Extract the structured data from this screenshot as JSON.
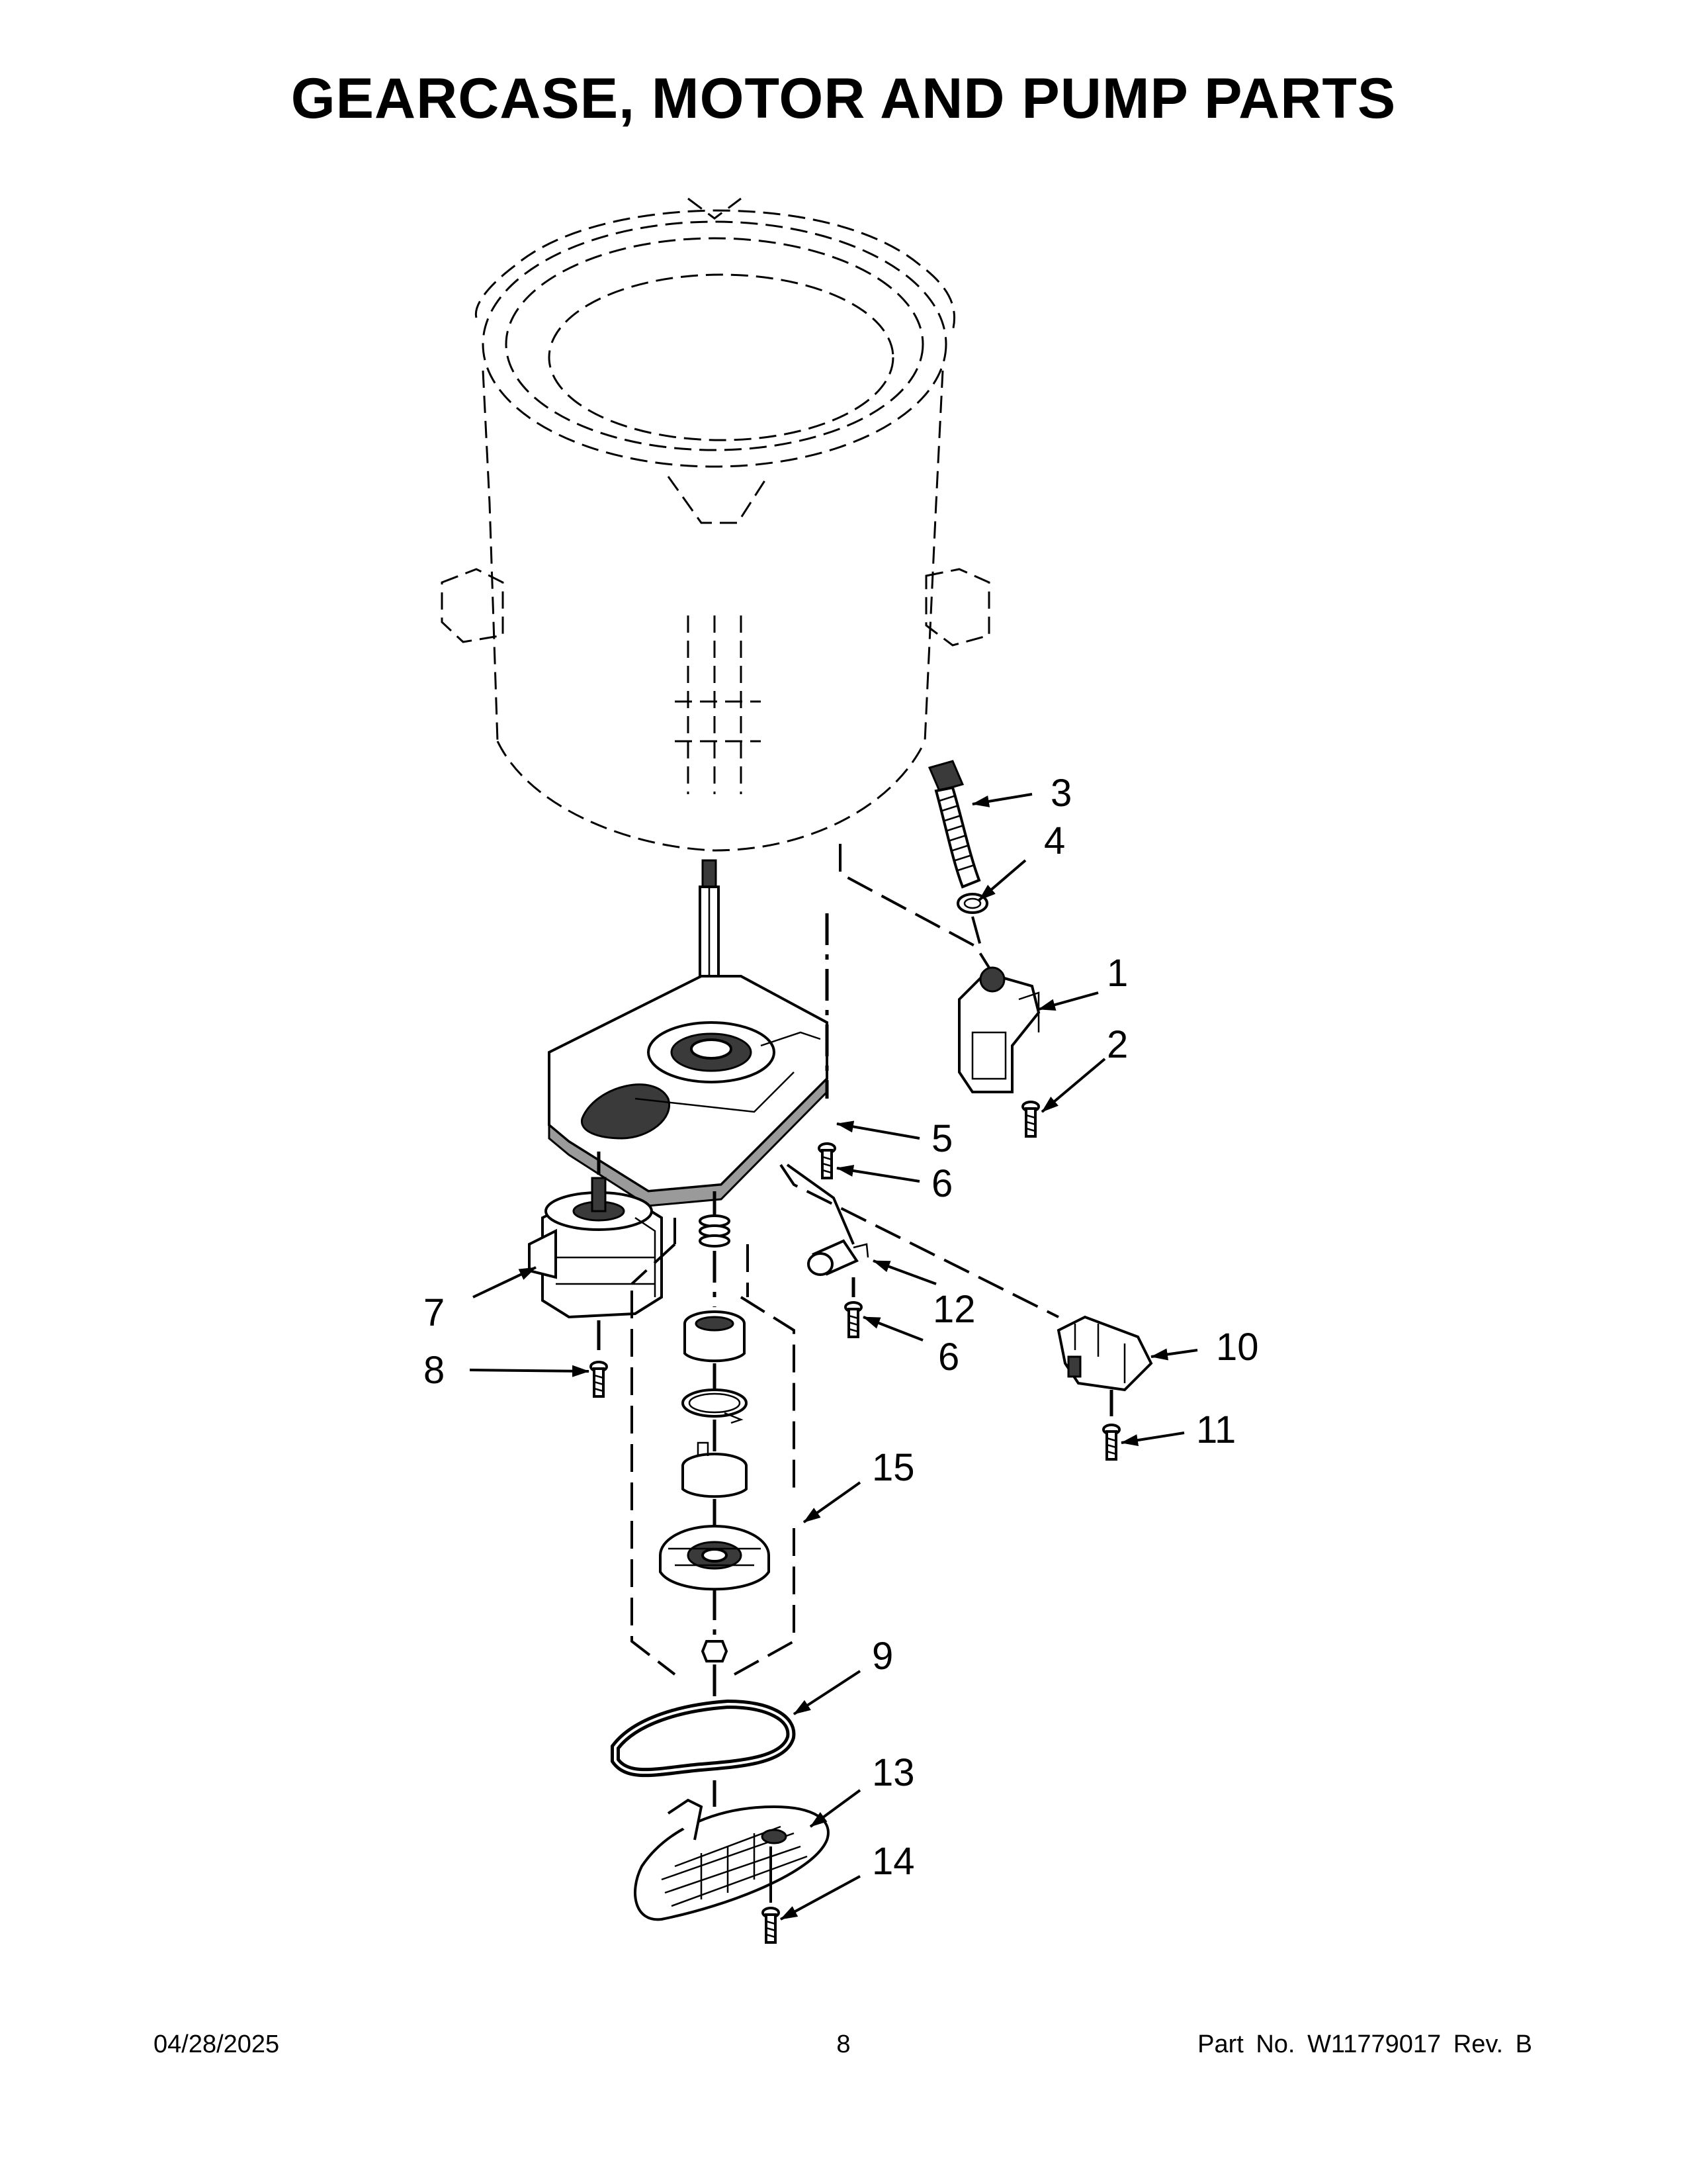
{
  "title": "GEARCASE, MOTOR AND PUMP PARTS",
  "callouts": {
    "c1": "1",
    "c2": "2",
    "c3": "3",
    "c4": "4",
    "c5": "5",
    "c6a": "6",
    "c6b": "6",
    "c7": "7",
    "c8": "8",
    "c9": "9",
    "c10": "10",
    "c11": "11",
    "c12": "12",
    "c13": "13",
    "c14": "14",
    "c15": "15"
  },
  "footer": {
    "date": "04/28/2025",
    "page": "8",
    "part_label": "Part No.",
    "part_number": "W11779017",
    "rev_label": "Rev.",
    "rev": "B"
  }
}
